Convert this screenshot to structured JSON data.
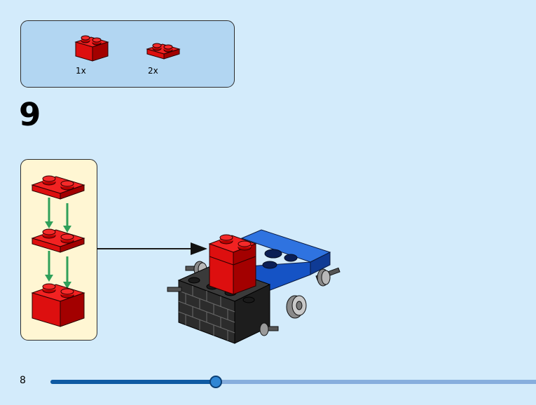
{
  "parts_list": {
    "items": [
      {
        "icon": "red-brick-1x2-icon",
        "quantity": "1x"
      },
      {
        "icon": "red-plate-1x2-icon",
        "quantity": "2x"
      }
    ]
  },
  "step": {
    "number": "9"
  },
  "sub_assembly": {
    "pieces": [
      "red-plate-1x2-icon",
      "red-plate-1x2-icon",
      "red-brick-1x2-icon"
    ],
    "arrow_color": "#2fa05a"
  },
  "model": {
    "icon": "vehicle-model-icon"
  },
  "footer": {
    "page_number": "8",
    "progress_fraction": 0.34
  },
  "colors": {
    "background": "#d3ebfb",
    "parts_box": "#b2d6f2",
    "sub_box": "#fff6d3",
    "brick_red": "#dd0f0f",
    "brick_blue": "#1553c5",
    "brick_black": "#2c2c2c",
    "progress_fill": "#0f5aa3",
    "progress_track": "#87aedd"
  }
}
